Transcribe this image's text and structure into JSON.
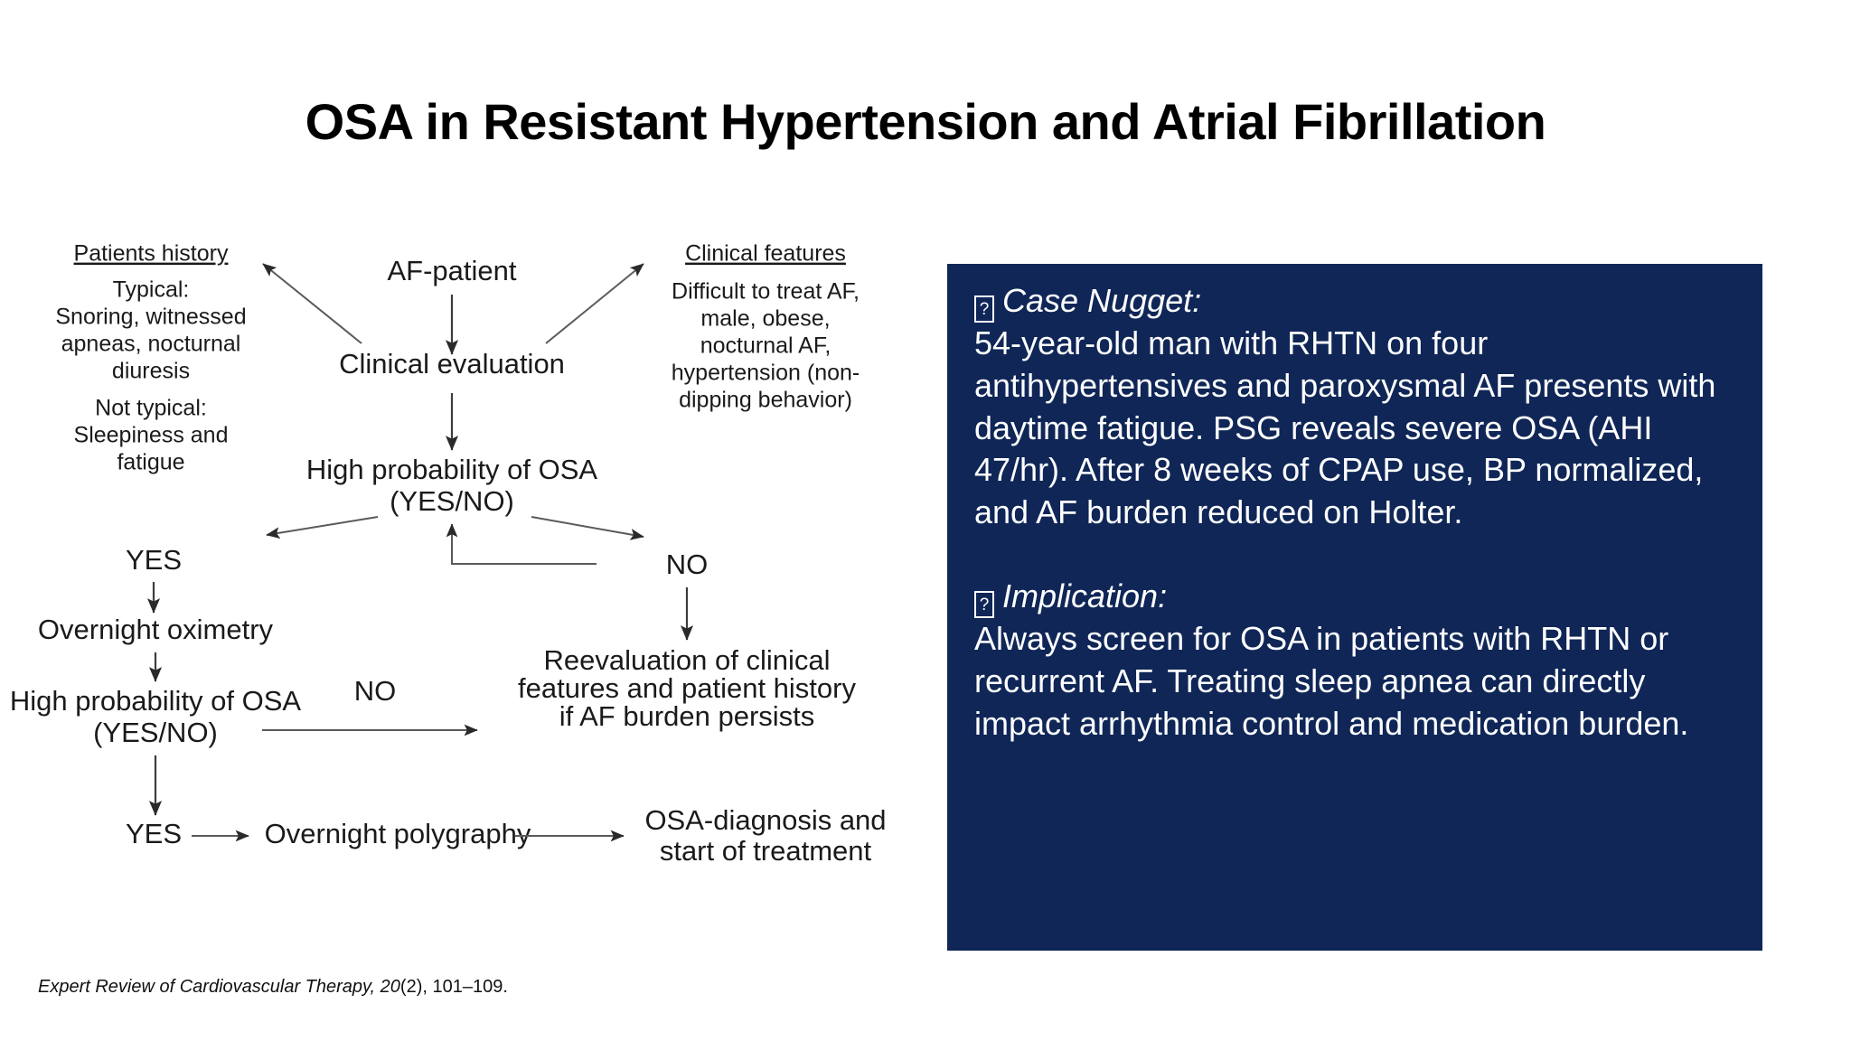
{
  "slide": {
    "title": "OSA in Resistant Hypertension and Atrial Fibrillation",
    "background_color": "#ffffff"
  },
  "citation": {
    "italic_part": "Expert Review of Cardiovascular Therapy, 20",
    "rest_part": "(2), 101–109."
  },
  "callout": {
    "background_color": "#0f2657",
    "text_color": "#ffffff",
    "blocks": [
      {
        "icon": "missing-glyph-box",
        "icon_glyph": "?",
        "heading": "Case Nugget:",
        "body": "54-year-old man with RHTN on four antihypertensives and paroxysmal AF presents with daytime fatigue. PSG reveals severe OSA (AHI 47/hr). After 8 weeks of CPAP use, BP normalized, and AF burden reduced on Holter."
      },
      {
        "icon": "missing-glyph-box",
        "icon_glyph": "?",
        "heading": "Implication:",
        "body": "Always screen for OSA in patients with RHTN or recurrent AF. Treating sleep apnea can directly impact arrhythmia control and medication burden."
      }
    ]
  },
  "flowchart": {
    "title": "AF-patient clinical pathway for OSA evaluation",
    "nodes": {
      "af_patient": "AF-patient",
      "patients_history_header": "Patients history",
      "patients_history_line1": "Typical:",
      "patients_history_line2": "Snoring, witnessed",
      "patients_history_line3": "apneas, nocturnal",
      "patients_history_line4": "diuresis",
      "patients_history_line5": "Not typical:",
      "patients_history_line6": "Sleepiness and",
      "patients_history_line7": "fatigue",
      "clinical_features_header": "Clinical features",
      "clinical_features_line1": "Difficult to treat AF,",
      "clinical_features_line2": "male, obese,",
      "clinical_features_line3": "nocturnal AF,",
      "clinical_features_line4": "hypertension (non-",
      "clinical_features_line5": "dipping behavior)",
      "clinical_evaluation": "Clinical evaluation",
      "high_prob_1_line1": "High probability of OSA",
      "high_prob_1_line2": "(YES/NO)",
      "yes_1": "YES",
      "no_1": "NO",
      "overnight_oximetry": "Overnight oximetry",
      "high_prob_2_line1": "High probability of OSA",
      "high_prob_2_line2": "(YES/NO)",
      "no_2": "NO",
      "reevaluation_line1": "Reevaluation of clinical",
      "reevaluation_line2": "features and patient history",
      "reevaluation_line3": "if AF burden persists",
      "yes_2": "YES",
      "overnight_polygraphy": "Overnight polygraphy",
      "diagnosis_line1": "OSA-diagnosis and",
      "diagnosis_line2": "start of treatment"
    }
  }
}
